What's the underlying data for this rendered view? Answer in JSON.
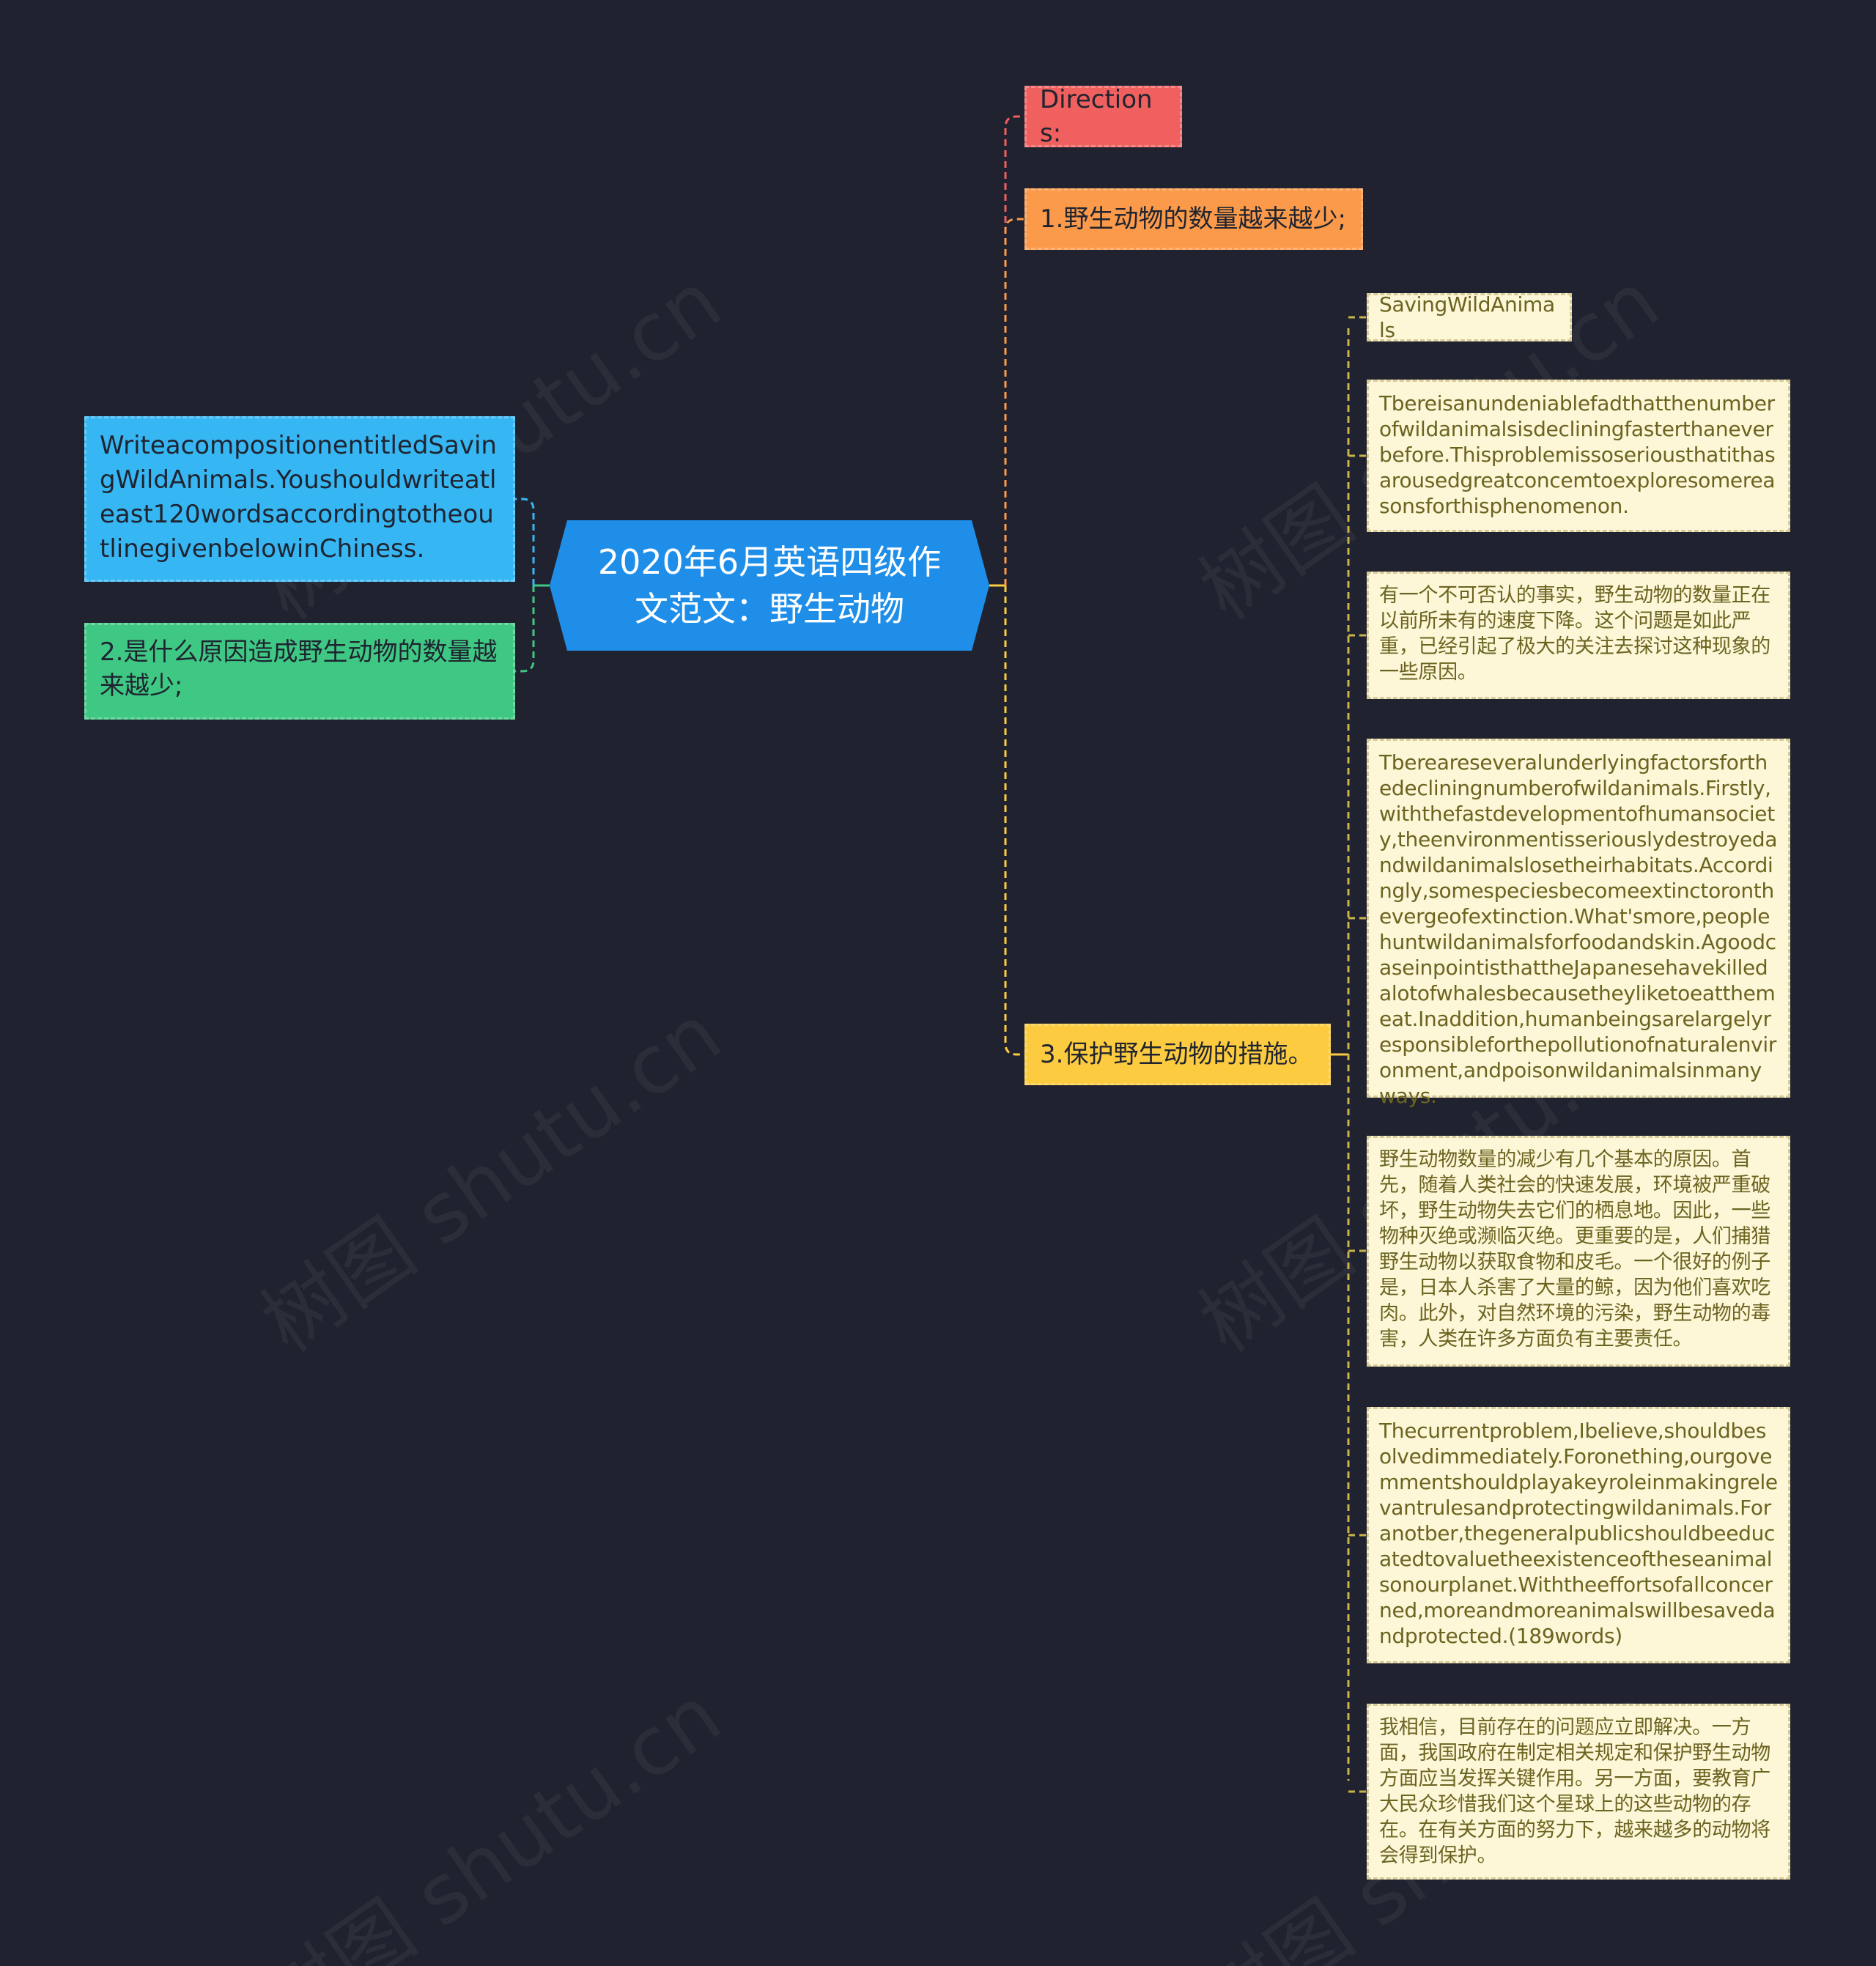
{
  "root": {
    "title": "2020年6月英语四级作文范文：野生动物"
  },
  "left_branches": [
    {
      "text": "WriteacompositionentitledSavingWildAnimals.Youshouldwriteatleast120wordsaccordingtotheoutlinegivenbelowinChiness."
    },
    {
      "text": "2.是什么原因造成野生动物的数量越来越少;"
    }
  ],
  "right_branches": [
    {
      "text": "Directions:"
    },
    {
      "text": "1.野生动物的数量越来越少;"
    },
    {
      "text": "3.保护野生动物的措施。"
    }
  ],
  "leaves": [
    {
      "text": "SavingWildAnimals"
    },
    {
      "text": "Tbereisanundeniablefadthatthenumberofwildanimalsisdecliningfasterthaneverbefore.Thisproblemissoseriousthatithasarousedgreatconcemtoexploresomereasonsforthisphenomenon."
    },
    {
      "text": "有一个不可否认的事实，野生动物的数量正在以前所未有的速度下降。这个问题是如此严重，已经引起了极大的关注去探讨这种现象的一些原因。"
    },
    {
      "text": "Tbereareseveralunderlyingfactorsforthedecliningnumberofwildanimals.Firstly,withthefastdevelopmentofhumansociety,theenvironmentisseriouslydestroyedandwildanimalslosetheirhabitats.Accordingly,somespeciesbecomeextinctoronthevergeofextinction.What'smore,peoplehuntwildanimalsforfoodandskin.AgoodcaseinpointisthattheJapanesehavekilledalotofwhalesbecausetheyliketoeatthemeat.Inaddition,humanbeingsarelargelyresponsibleforthepollutionofnaturalenvironment,andpoisonwildanimalsinmanyways."
    },
    {
      "text": "野生动物数量的减少有几个基本的原因。首先，随着人类社会的快速发展，环境被严重破坏，野生动物失去它们的栖息地。因此，一些物种灭绝或濒临灭绝。更重要的是，人们捕猎野生动物以获取食物和皮毛。一个很好的例子是，日本人杀害了大量的鲸，因为他们喜欢吃肉。此外，对自然环境的污染，野生动物的毒害，人类在许多方面负有主要责任。"
    },
    {
      "text": "Thecurrentproblem,Ibelieve,shouldbesolvedimmediately.Foronething,ourgovemmentshouldplayakeyroleinmakingrelevantrulesandprotectingwildanimals.Foranotber,thegeneralpublicshouldbeeducatedtovaluetheexistenceoftheseanimalsonourplanet.Withtheeffortsofallconcerned,moreandmoreanimalswillbesavedandprotected.(189words)"
    },
    {
      "text": "我相信，目前存在的问题应立即解决。一方面，我国政府在制定相关规定和保护野生动物方面应当发挥关键作用。另一方面，要教育广大民众珍惜我们这个星球上的这些动物的存在。在有关方面的努力下，越来越多的动物将会得到保护。"
    }
  ],
  "colors": {
    "background": "#20232f",
    "root": "#1e8ee9",
    "directions": "#f0605f",
    "point1": "#fb9a4a",
    "point3": "#fccb3f",
    "write": "#36b7f4",
    "point2": "#3fc884",
    "leaf": "#fdf6d7"
  }
}
